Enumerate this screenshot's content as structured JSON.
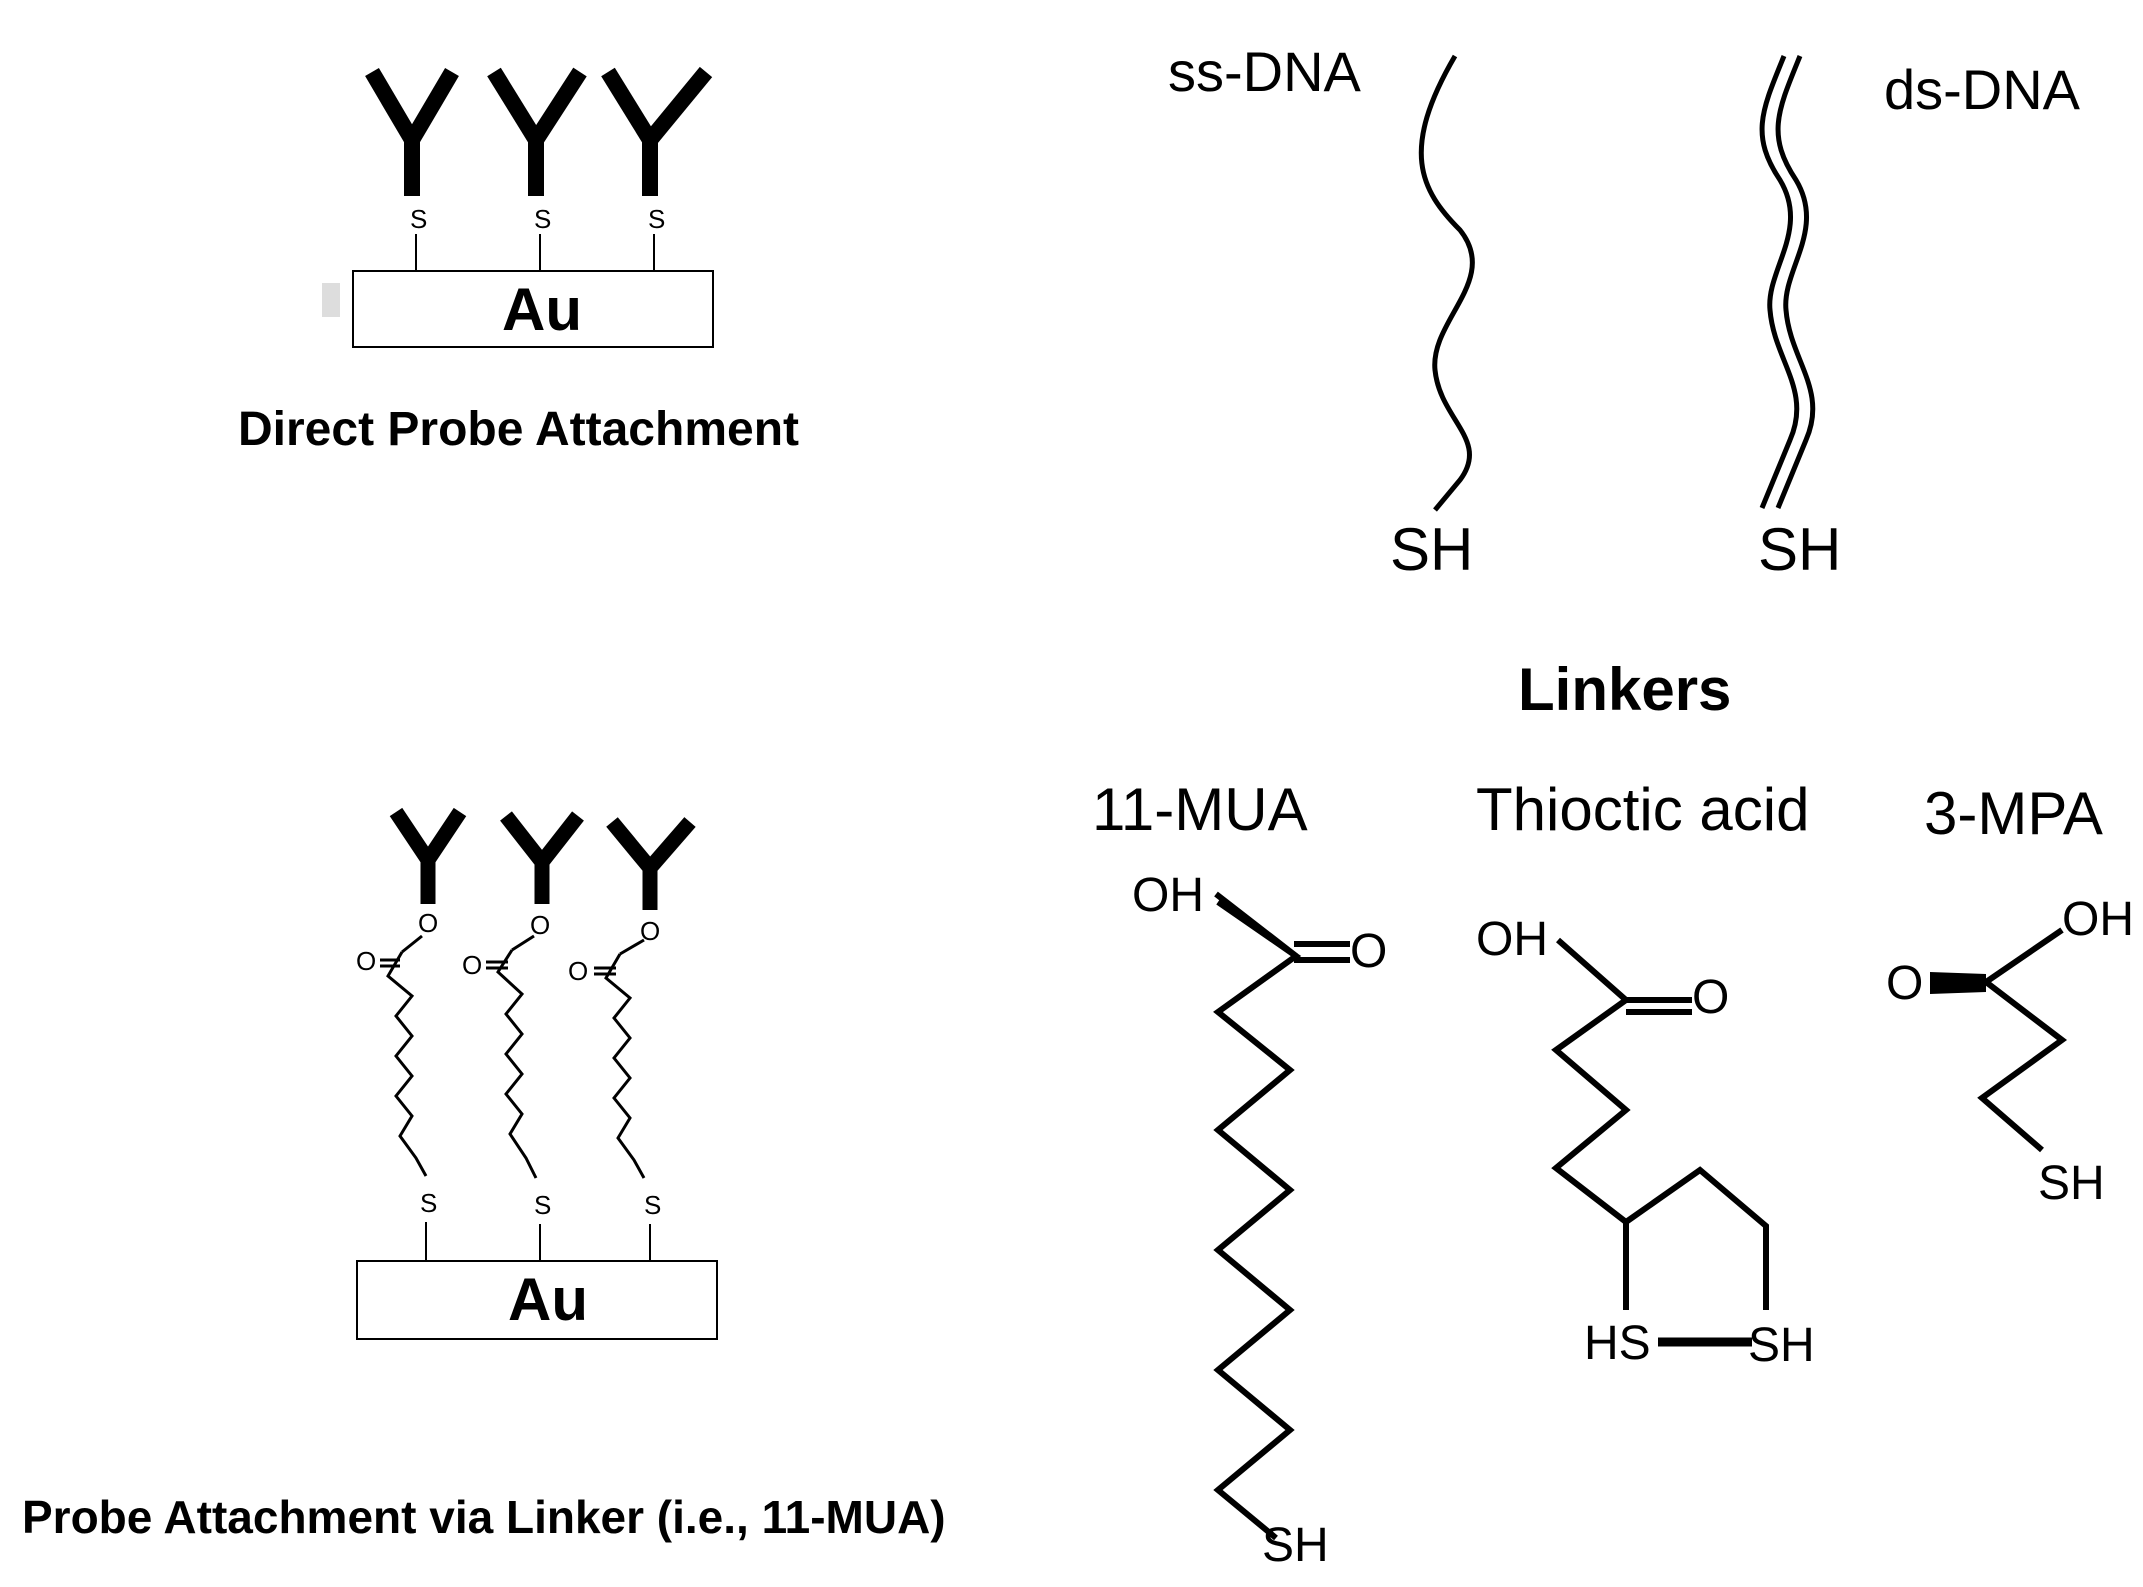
{
  "direct": {
    "surface_label": "Au",
    "sulfur_label": "S",
    "caption": "Direct Probe Attachment"
  },
  "linker_attach": {
    "surface_label": "Au",
    "sulfur_label": "S",
    "carbonyl_label": "O",
    "ester_label": "O",
    "caption": "Probe Attachment via Linker (i.e., 11-MUA)"
  },
  "dna": {
    "ss_label": "ss-DNA",
    "ds_label": "ds-DNA",
    "ss_end": "SH",
    "ds_end": "SH"
  },
  "linkers": {
    "title": "Linkers",
    "mua": {
      "name": "11-MUA",
      "oh": "OH",
      "o": "O",
      "sh": "SH"
    },
    "thioctic": {
      "name": "Thioctic acid",
      "oh": "OH",
      "o": "O",
      "hs": "HS",
      "sh": "SH"
    },
    "mpa": {
      "name": "3-MPA",
      "oh": "OH",
      "o": "O",
      "sh": "SH"
    }
  }
}
